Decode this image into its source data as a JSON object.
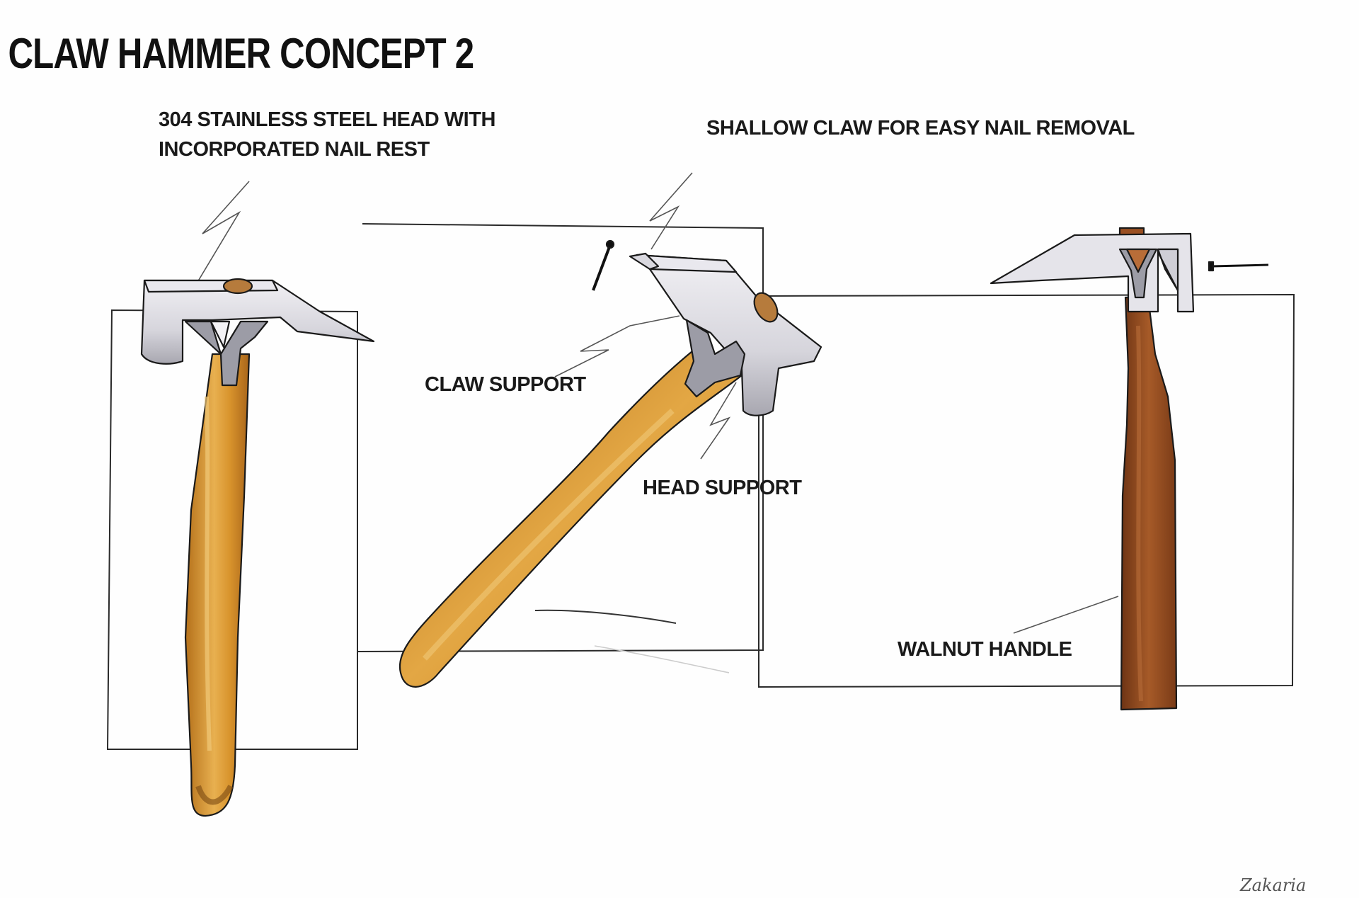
{
  "title": "CLAW HAMMER CONCEPT 2",
  "annotations": {
    "head_line1": "304 STAINLESS STEEL HEAD WITH",
    "head_line2": "INCORPORATED NAIL REST",
    "claw": "SHALLOW CLAW FOR EASY NAIL REMOVAL",
    "claw_support": "CLAW SUPPORT",
    "head_support": "HEAD SUPPORT",
    "handle": "WALNUT HANDLE"
  },
  "signature": "Zakaria",
  "colors": {
    "steel": "#dcdbe2",
    "steel_shadow": "#9c9ca6",
    "ash_wood": "#d9952e",
    "ash_wood_dark": "#b06a17",
    "walnut_wood": "#9a4f22",
    "walnut_dark": "#6e3414",
    "outline": "#1a1a1a"
  }
}
